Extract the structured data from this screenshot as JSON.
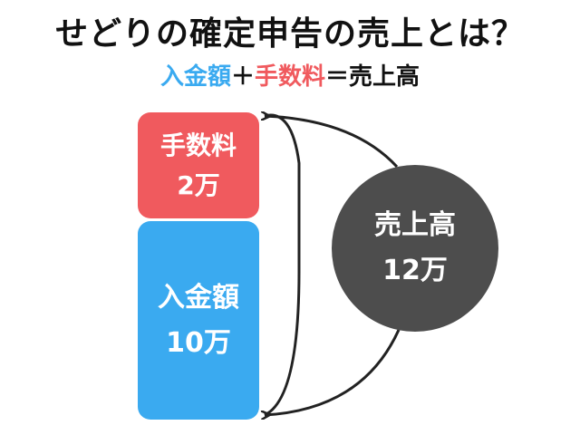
{
  "title": "せどりの確定申告の売上とは？",
  "formula": {
    "deposit": "入金額",
    "plus": "＋",
    "fee": "手数料",
    "equals": "＝",
    "result": "売上高"
  },
  "fee_box": {
    "label": "手数料",
    "value": "2万"
  },
  "deposit_box": {
    "label": "入金額",
    "value": "10万"
  },
  "sales_circle": {
    "label": "売上高",
    "value": "12万"
  },
  "colors": {
    "deposit": "#3aaaf0",
    "fee": "#f05a5e",
    "sales": "#4d4d4d",
    "text": "#111111"
  }
}
